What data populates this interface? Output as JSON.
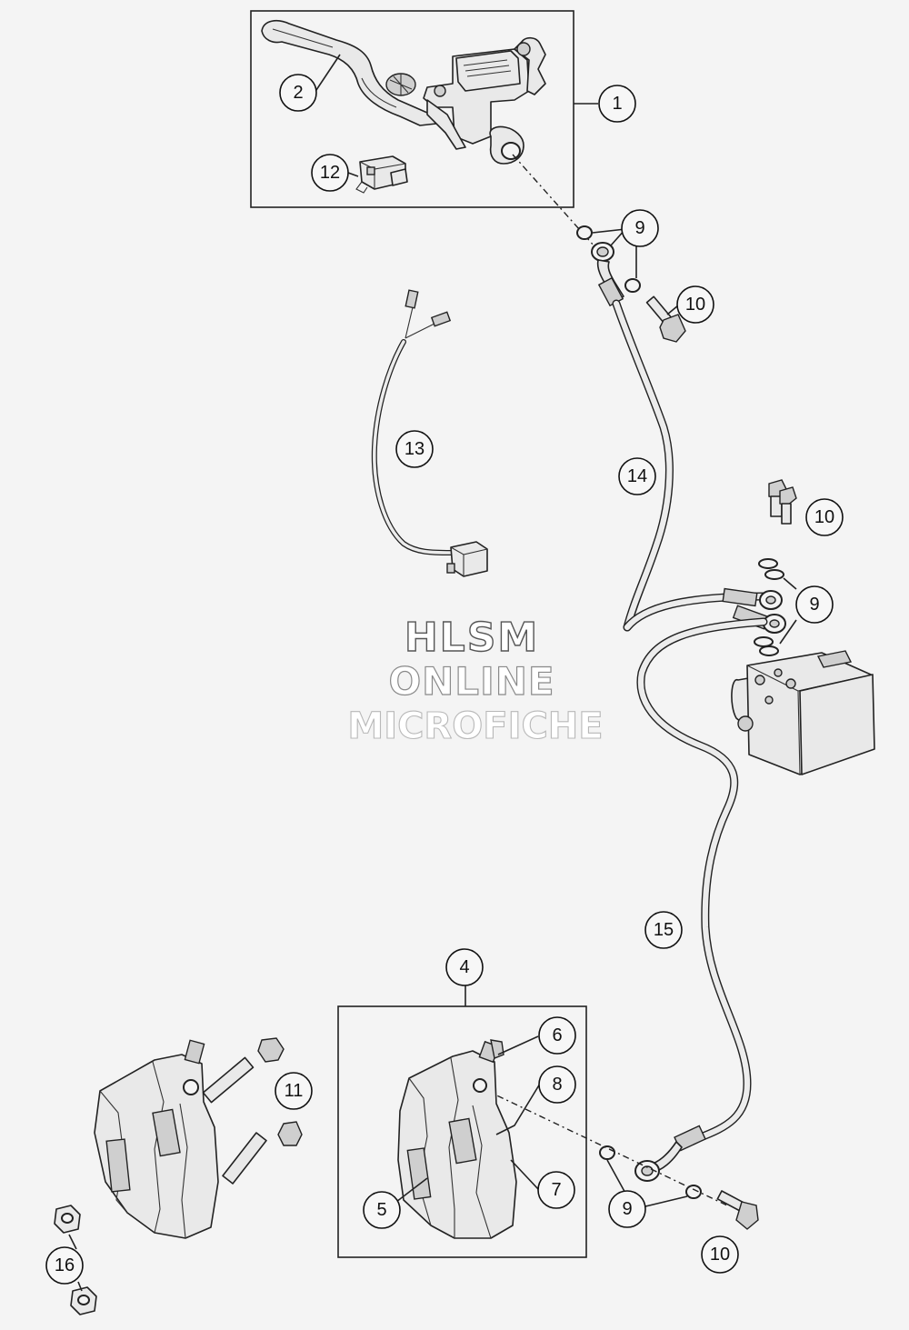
{
  "diagram": {
    "callouts": [
      {
        "id": "c1",
        "label": "1"
      },
      {
        "id": "c2",
        "label": "2"
      },
      {
        "id": "c12",
        "label": "12"
      },
      {
        "id": "c9a",
        "label": "9"
      },
      {
        "id": "c10a",
        "label": "10"
      },
      {
        "id": "c13",
        "label": "13"
      },
      {
        "id": "c14",
        "label": "14"
      },
      {
        "id": "c10b",
        "label": "10"
      },
      {
        "id": "c9b",
        "label": "9"
      },
      {
        "id": "c15",
        "label": "15"
      },
      {
        "id": "c4",
        "label": "4"
      },
      {
        "id": "c6",
        "label": "6"
      },
      {
        "id": "c8",
        "label": "8"
      },
      {
        "id": "c11",
        "label": "11"
      },
      {
        "id": "c7",
        "label": "7"
      },
      {
        "id": "c5",
        "label": "5"
      },
      {
        "id": "c9c",
        "label": "9"
      },
      {
        "id": "c16",
        "label": "16"
      },
      {
        "id": "c10c",
        "label": "10"
      }
    ]
  },
  "watermark": {
    "line1": "HLSM",
    "line2": "ONLINE",
    "line3": "MICROFICHE"
  }
}
